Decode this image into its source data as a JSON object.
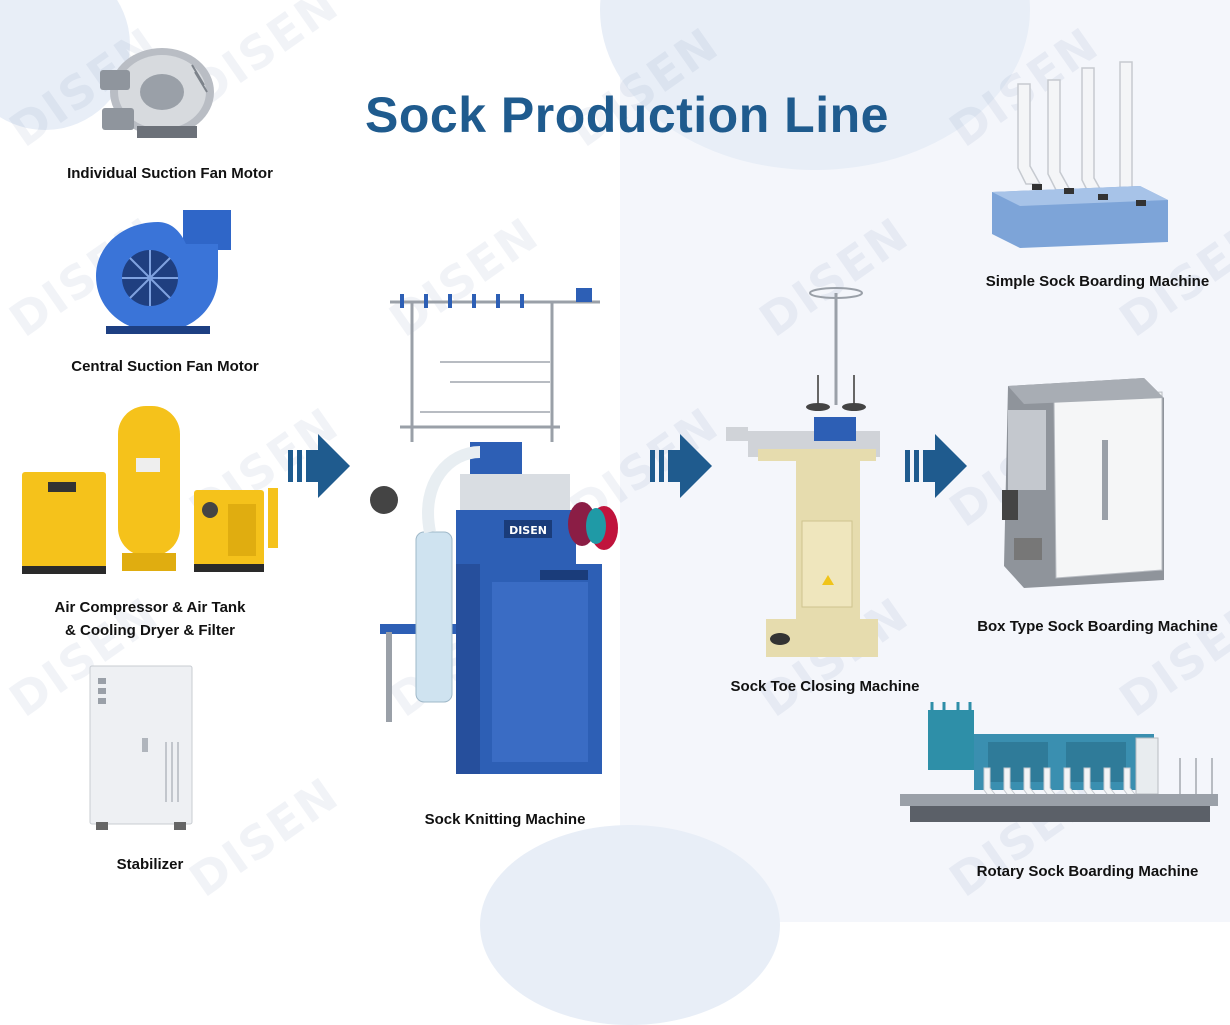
{
  "title": "Sock Production Line",
  "watermark_text": "DISEN",
  "colors": {
    "title": "#1f5b8e",
    "arrow": "#1f5b8e",
    "machine_blue": "#2d5fb5",
    "compressor_yellow": "#f5c21b",
    "closing_machine_beige": "#e6dcae"
  },
  "equipment": [
    {
      "label": "Individual Suction Fan Motor"
    },
    {
      "label": "Central Suction Fan Motor"
    },
    {
      "label": "Air Compressor & Air Tank",
      "label2": "& Cooling Dryer & Filter"
    },
    {
      "label": "Stabilizer"
    },
    {
      "label": "Sock Knitting Machine"
    },
    {
      "label": "Sock Toe Closing Machine"
    },
    {
      "label": "Simple Sock Boarding Machine"
    },
    {
      "label": "Box Type Sock Boarding Machine"
    },
    {
      "label": "Rotary Sock Boarding Machine"
    }
  ],
  "machine_brand_label": "DISEN"
}
